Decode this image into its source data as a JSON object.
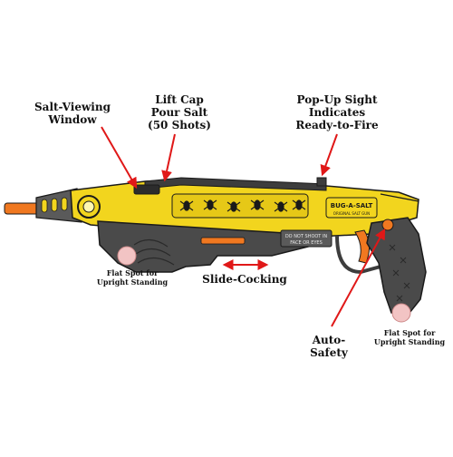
{
  "callouts": {
    "salt_window": [
      "Salt-Viewing",
      "Window"
    ],
    "lift_cap": [
      "Lift Cap",
      "Pour Salt",
      "(50 Shots)"
    ],
    "popup_sight": [
      "Pop-Up Sight",
      "Indicates",
      "Ready-to-Fire"
    ],
    "flat_spot_front": [
      "Flat Spot for",
      "Upright Standing"
    ],
    "slide_cocking": "Slide-Cocking",
    "auto_safety": [
      "Auto-",
      "Safety"
    ],
    "flat_spot_rear": [
      "Flat Spot for",
      "Upright Standing"
    ]
  },
  "gun_markings": {
    "warning": [
      "DO NOT SHOOT IN",
      "FACE OR EYES"
    ],
    "brand_logo": "BUG-A-SALT",
    "brand_sub": "ORIGINAL SALT GUN"
  },
  "colors": {
    "body_yellow": "#f2d51e",
    "body_dark": "#4a4a4a",
    "tip_orange": "#f07820",
    "arrow_red": "#e01818",
    "outline": "#1a1a1a"
  }
}
